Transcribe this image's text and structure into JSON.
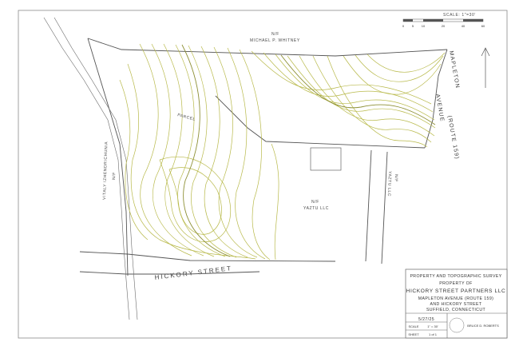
{
  "labels": {
    "north_owner": "N/F\nMICHAEL P. WHITNEY",
    "north_owner_nf": "N/F",
    "north_owner_name": "MICHAEL P. WHITNEY",
    "west_owner_nf": "N/F",
    "west_owner_name": "VITALY IZHENDRICHUNIA",
    "center_owner_nf": "N/F",
    "center_owner_name": "YAZTU LLC",
    "east_owner_nf": "N/F",
    "east_owner_name": "YAZTU LLC",
    "parcel": "PARCEL",
    "street_main": "HICKORY     STREET",
    "street_side_1": "MAPLETON",
    "street_side_2": "AVENUE",
    "street_side_3": "(ROUTE 159)"
  },
  "scale": {
    "title": "SCALE: 1\"=30'",
    "ticks": [
      "0",
      "5",
      "10",
      "20",
      "40",
      "60"
    ]
  },
  "title_block": {
    "line1": "PROPERTY AND TOPOGRAPHIC SURVEY",
    "line2": "PROPERTY OF",
    "line3": "HICKORY STREET PARTNERS LLC",
    "line4": "MAPLETON AVENUE (ROUTE 159)",
    "line5": "AND HICKORY STREET",
    "line6": "SUFFIELD, CONNECTICUT",
    "date": "5/27/25",
    "scale_label": "SCALE",
    "scale_value": "1\" = 30'",
    "sheet_label": "SHEET",
    "sheet_value": "1 of 1",
    "surveyor": "BRUCE D. ROBERTS"
  },
  "colors": {
    "contour": "#b8b94a",
    "contour_dark": "#9a9c3c",
    "line": "#5a5a5a",
    "border": "#707070"
  }
}
